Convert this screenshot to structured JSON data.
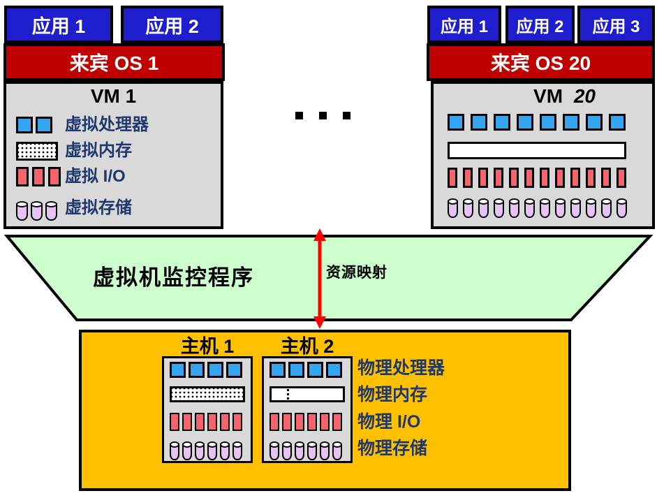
{
  "colors": {
    "app_blue": "#1E1ECD",
    "guest_red": "#C00000",
    "panel_gray": "#D9D9D9",
    "cpu_blue": "#36A5F0",
    "io_red": "#F4646E",
    "storage_purple": "#E6C3F3",
    "hypervisor_green": "#CCFFCC",
    "host_orange": "#FFC000",
    "label_navy": "#1E386E",
    "arrow_red": "#FF0000"
  },
  "vm1": {
    "apps": [
      {
        "label": "应用 1"
      },
      {
        "label": "应用 2"
      }
    ],
    "guest_os": "来宾 OS 1",
    "title": "VM 1",
    "cpu_count": 2,
    "io_count": 3,
    "storage_count": 3,
    "labels": {
      "cpu": "虚拟处理器",
      "memory": "虚拟内存",
      "io": "虚拟 I/O",
      "storage": "虚拟存储"
    }
  },
  "ellipsis_dot_count": 3,
  "vm20": {
    "apps": [
      {
        "label": "应用 1"
      },
      {
        "label": "应用 2"
      },
      {
        "label": "应用 3"
      }
    ],
    "guest_os": "来宾 OS 20",
    "title_vm": "VM",
    "title_num": "20",
    "cpu_count": 8,
    "io_count": 12,
    "storage_count": 12
  },
  "hypervisor": {
    "label": "虚拟机监控程序",
    "arrow_label": "资源映射"
  },
  "hosts": {
    "host1": {
      "title": "主机 1",
      "cpu_count": 4,
      "io_count": 6,
      "storage_count": 6
    },
    "host2": {
      "title": "主机 2",
      "cpu_count": 4,
      "io_count": 6,
      "storage_count": 6
    }
  },
  "physical_labels": {
    "cpu": "物理处理器",
    "memory": "物理内存",
    "io": "物理 I/O",
    "storage": "物理存储"
  }
}
